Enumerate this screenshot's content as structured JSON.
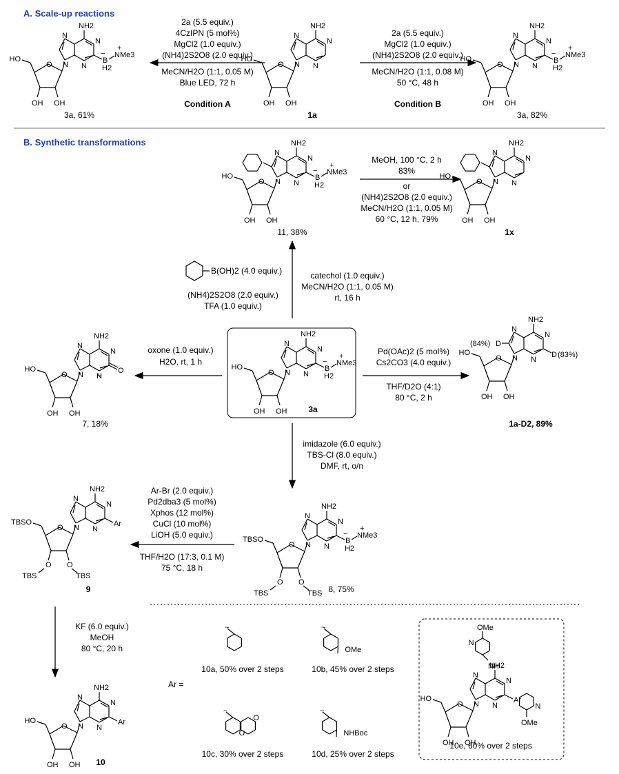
{
  "sections": {
    "a_heading": "A. Scale-up reactions",
    "b_heading": "B. Synthetic transformations"
  },
  "scaleup": {
    "left_product": "3a, 61%",
    "center_sm": "1a",
    "right_product": "3a, 82%",
    "condA": {
      "lines": [
        "2a (5.5 equiv.)",
        "4CzIPN (5 mol%)",
        "MgCl2 (1.0 equiv.)",
        "(NH4)2S2O8 (2.0 equiv.)",
        "MeCN/H2O (1:1, 0.05 M)",
        "Blue LED, 72 h"
      ],
      "label": "Condition A"
    },
    "condB": {
      "lines": [
        "2a (5.5 equiv.)",
        "MgCl2 (1.0 equiv.)",
        "(NH4)2S2O8 (2.0 equiv.)",
        "MeCN/H2O (1:1, 0.08 M)",
        "50 °C, 48 h"
      ],
      "label": "Condition B"
    }
  },
  "transformations": {
    "center": "3a",
    "up": {
      "product": "11, 38%",
      "reagent_left": [
        "B(OH)2 (4.0 equiv.)",
        "(NH4)2S2O8 (2.0 equiv.)",
        "TFA (1.0 equiv.)"
      ],
      "reagent_right": [
        "catechol (1.0 equiv.)",
        "MeCN/H2O (1:1, 0.05 M)",
        "rt, 16 h"
      ]
    },
    "top_right": {
      "product": "1x",
      "conditions": [
        "MeOH, 100 °C, 2 h",
        "83%",
        "or",
        "(NH4)2S2O8 (2.0 equiv.)",
        "MeCN/H2O (1:1, 0.05 M)",
        "60 °C, 12 h, 79%"
      ]
    },
    "left": {
      "product": "7, 18%",
      "conditions": [
        "oxone (1.0 equiv.)",
        "H2O, rt, 1 h"
      ]
    },
    "right": {
      "product": "1a-D2, 89%",
      "conditions": [
        "Pd(OAc)2 (5 mol%)",
        "Cs2CO3 (4.0 equiv.)",
        "THF/D2O (4:1)",
        "80 °C, 2 h"
      ],
      "d_left": "(84%)",
      "d_right": "(83%)"
    },
    "down": {
      "product": "8, 75%",
      "conditions": [
        "imidazole (6.0 equiv.)",
        "TBS-Cl (8.0 equiv.)",
        "DMF, rt, o/n"
      ]
    },
    "coupling": {
      "product": "9",
      "conditions": [
        "Ar-Br (2.0 equiv.)",
        "Pd2dba3 (5 mol%)",
        "Xphos (12 mol%)",
        "CuCl (10 mol%)",
        "LiOH (5.0 equiv.)",
        "THF/H2O (17:3, 0.1 M)",
        "75 °C, 18 h"
      ]
    },
    "deprotection": {
      "product": "10",
      "conditions": [
        "KF (6.0 equiv.)",
        "MeOH",
        "80 °C, 20 h"
      ]
    }
  },
  "ar_table": {
    "label": "Ar =",
    "entries": [
      {
        "id": "10a",
        "text": "10a, 50% over 2 steps"
      },
      {
        "id": "10b",
        "text": "10b, 45% over 2 steps"
      },
      {
        "id": "10c",
        "text": "10c, 30% over 2 steps"
      },
      {
        "id": "10d",
        "text": "10d, 25% over 2 steps"
      },
      {
        "id": "10e",
        "text": "10e, 60% over 2 steps"
      }
    ],
    "subst_b": "OMe",
    "subst_d": "NHBoc"
  },
  "atoms": {
    "nh2": "NH2",
    "nme3": "NMe3",
    "bh2": "B",
    "h2": "H2",
    "oh": "OH",
    "ho": "HO",
    "n": "N",
    "nh": "NH",
    "h": "H",
    "o": "O",
    "d": "D",
    "tbso": "TBSO",
    "tbs": "TBS",
    "ar": "Ar",
    "ome": "OMe",
    "plus": "+",
    "minus": "−"
  },
  "colors": {
    "heading": "#1f3fb5",
    "deuterium": "#e020c0",
    "oxo": "#1f3fb5",
    "bond_red": "#d03030",
    "ring_blue": "#2030c0"
  }
}
